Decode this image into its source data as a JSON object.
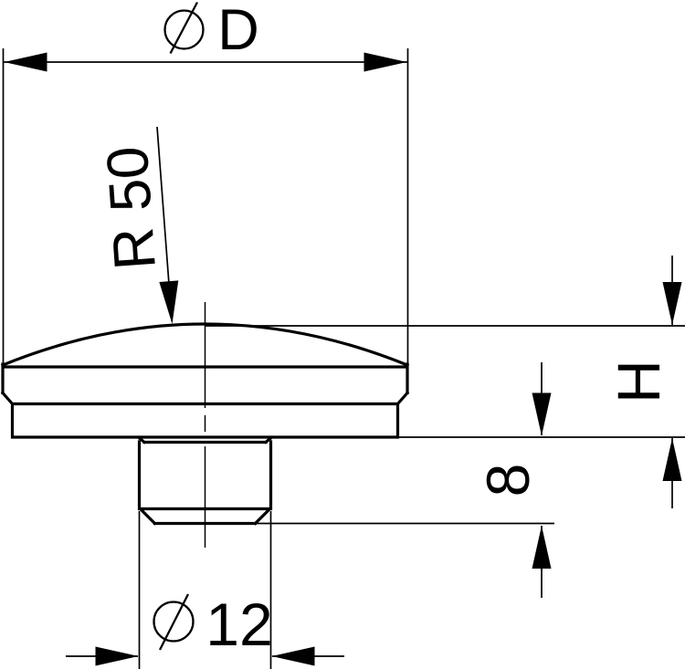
{
  "drawing": {
    "type": "technical-dimension-drawing",
    "background_color": "#ffffff",
    "line_color": "#000000",
    "part": "domed cap with flange and threaded stem (side section view)",
    "dimensions": {
      "head_diameter": {
        "symbol": "⌀",
        "label": "D",
        "orientation": "horizontal",
        "position": "top"
      },
      "crown_radius": {
        "label": "R 50",
        "orientation": "rotated-along-leader",
        "position": "upper-left leader pointing to dome crown"
      },
      "head_height": {
        "label": "H",
        "orientation": "vertical-rotated",
        "position": "right"
      },
      "stem_length": {
        "label": "8",
        "orientation": "vertical-rotated",
        "position": "right of stem"
      },
      "stem_diameter": {
        "symbol": "⌀",
        "label": "12",
        "orientation": "horizontal",
        "position": "bottom"
      }
    }
  }
}
